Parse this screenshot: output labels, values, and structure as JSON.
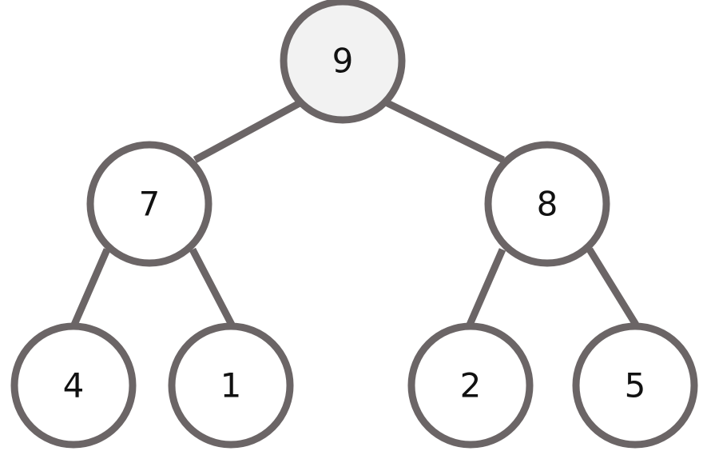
{
  "tree": {
    "edge_color": "#6b6566",
    "highlight_fill": "#f2f2f2",
    "nodes": [
      {
        "id": "root",
        "label": "9",
        "highlighted": true
      },
      {
        "id": "left",
        "label": "7",
        "highlighted": false
      },
      {
        "id": "right",
        "label": "8",
        "highlighted": false
      },
      {
        "id": "left-left",
        "label": "4",
        "highlighted": false
      },
      {
        "id": "left-right",
        "label": "1",
        "highlighted": false
      },
      {
        "id": "right-left",
        "label": "2",
        "highlighted": false
      },
      {
        "id": "right-right",
        "label": "5",
        "highlighted": false
      }
    ],
    "edges": [
      {
        "from": "root",
        "to": "left"
      },
      {
        "from": "root",
        "to": "right"
      },
      {
        "from": "left",
        "to": "left-left"
      },
      {
        "from": "left",
        "to": "left-right"
      },
      {
        "from": "right",
        "to": "right-left"
      },
      {
        "from": "right",
        "to": "right-right"
      }
    ]
  }
}
